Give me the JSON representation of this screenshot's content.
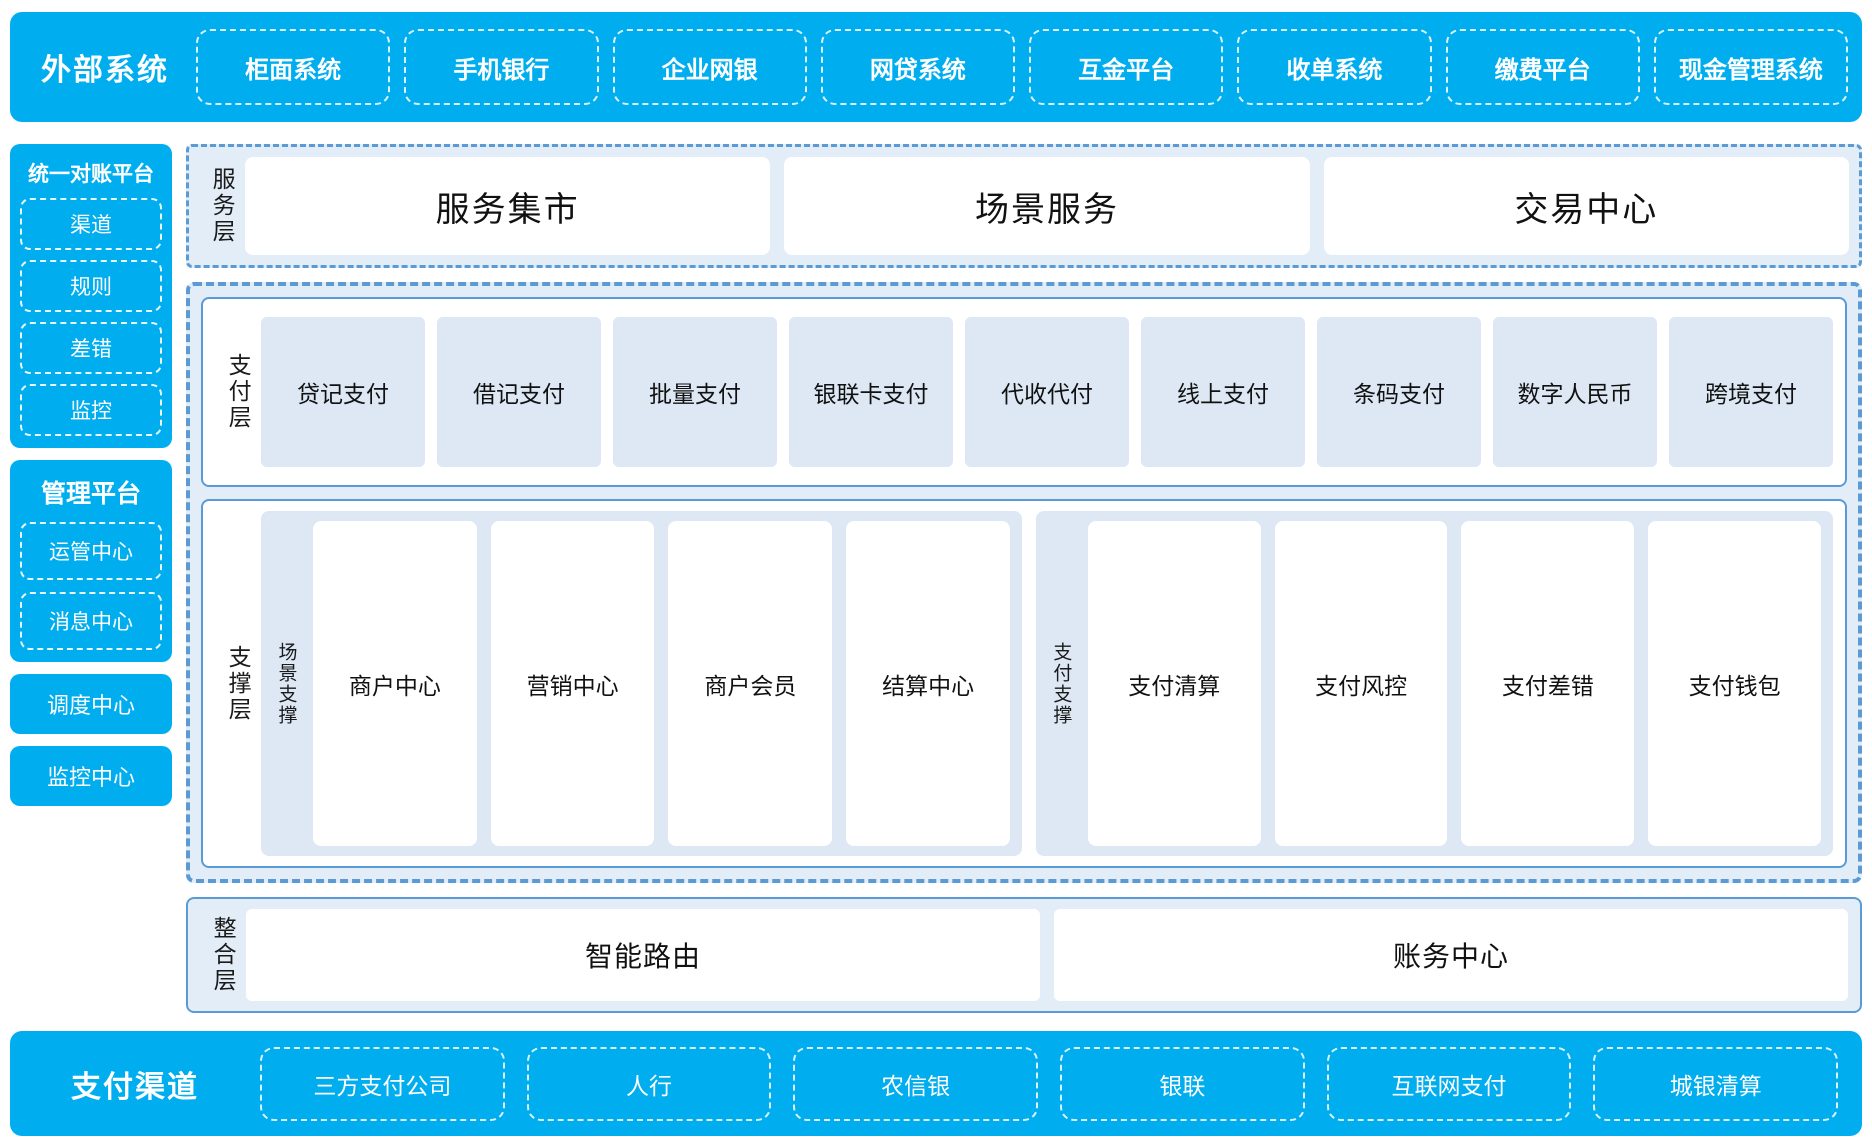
{
  "external": {
    "title": "外部系统",
    "systems": [
      "柜面系统",
      "手机银行",
      "企业网银",
      "网贷系统",
      "互金平台",
      "收单系统",
      "缴费平台",
      "现金管理系统"
    ]
  },
  "sidebar": {
    "reconciliation": {
      "title": "统一对账平台",
      "items": [
        "渠道",
        "规则",
        "差错",
        "监控"
      ]
    },
    "management": {
      "title": "管理平台",
      "items": [
        "运管中心",
        "消息中心"
      ]
    },
    "standalone": [
      "调度中心",
      "监控中心"
    ]
  },
  "service_layer": {
    "label": "服务层",
    "cards": [
      "服务集市",
      "场景服务",
      "交易中心"
    ]
  },
  "payment_layer": {
    "label": "支付层",
    "cards": [
      "贷记支付",
      "借记支付",
      "批量支付",
      "银联卡支付",
      "代收代付",
      "线上支付",
      "条码支付",
      "数字人民币",
      "跨境支付"
    ]
  },
  "support_layer": {
    "label": "支撑层",
    "groups": [
      {
        "label": "场景支撑",
        "cards": [
          "商户中心",
          "营销中心",
          "商户会员",
          "结算中心"
        ]
      },
      {
        "label": "支付支撑",
        "cards": [
          "支付清算",
          "支付风控",
          "支付差错",
          "支付钱包"
        ]
      }
    ]
  },
  "integration_layer": {
    "label": "整合层",
    "cards": [
      "智能路由",
      "账务中心"
    ]
  },
  "channels": {
    "title": "支付渠道",
    "items": [
      "三方支付公司",
      "人行",
      "农信银",
      "银联",
      "互联网支付",
      "城银清算"
    ]
  },
  "colors": {
    "brand_blue": "#00AEEF",
    "border_blue": "#5B9BD5",
    "panel_bg": "#E3EDF7",
    "card_bg": "#DDE8F4"
  }
}
